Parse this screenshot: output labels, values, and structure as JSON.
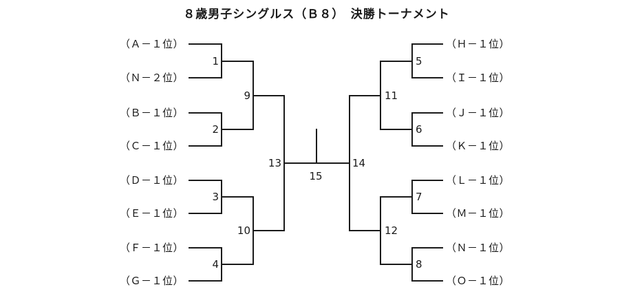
{
  "title": "８歳男子シングルス（Ｂ８）　決勝トーナメント",
  "entries": {
    "left": [
      "（Ａ－１位）",
      "（Ｎ－２位）",
      "（Ｂ－１位）",
      "（Ｃ－１位）",
      "（Ｄ－１位）",
      "（Ｅ－１位）",
      "（Ｆ－１位）",
      "（Ｇ－１位）"
    ],
    "right": [
      "（Ｈ－１位）",
      "（Ｉ－１位）",
      "（Ｊ－１位）",
      "（Ｋ－１位）",
      "（Ｌ－１位）",
      "（Ｍ－１位）",
      "（Ｎ－１位）",
      "（Ｏ－１位）"
    ]
  },
  "matches": {
    "m1": "1",
    "m2": "2",
    "m3": "3",
    "m4": "4",
    "m5": "5",
    "m6": "6",
    "m7": "7",
    "m8": "8",
    "m9": "9",
    "m10": "10",
    "m11": "11",
    "m12": "12",
    "m13": "13",
    "m14": "14",
    "m15": "15"
  },
  "colors": {
    "line": "#1a1a1a",
    "text": "#1a1a1a",
    "background": "#ffffff"
  }
}
